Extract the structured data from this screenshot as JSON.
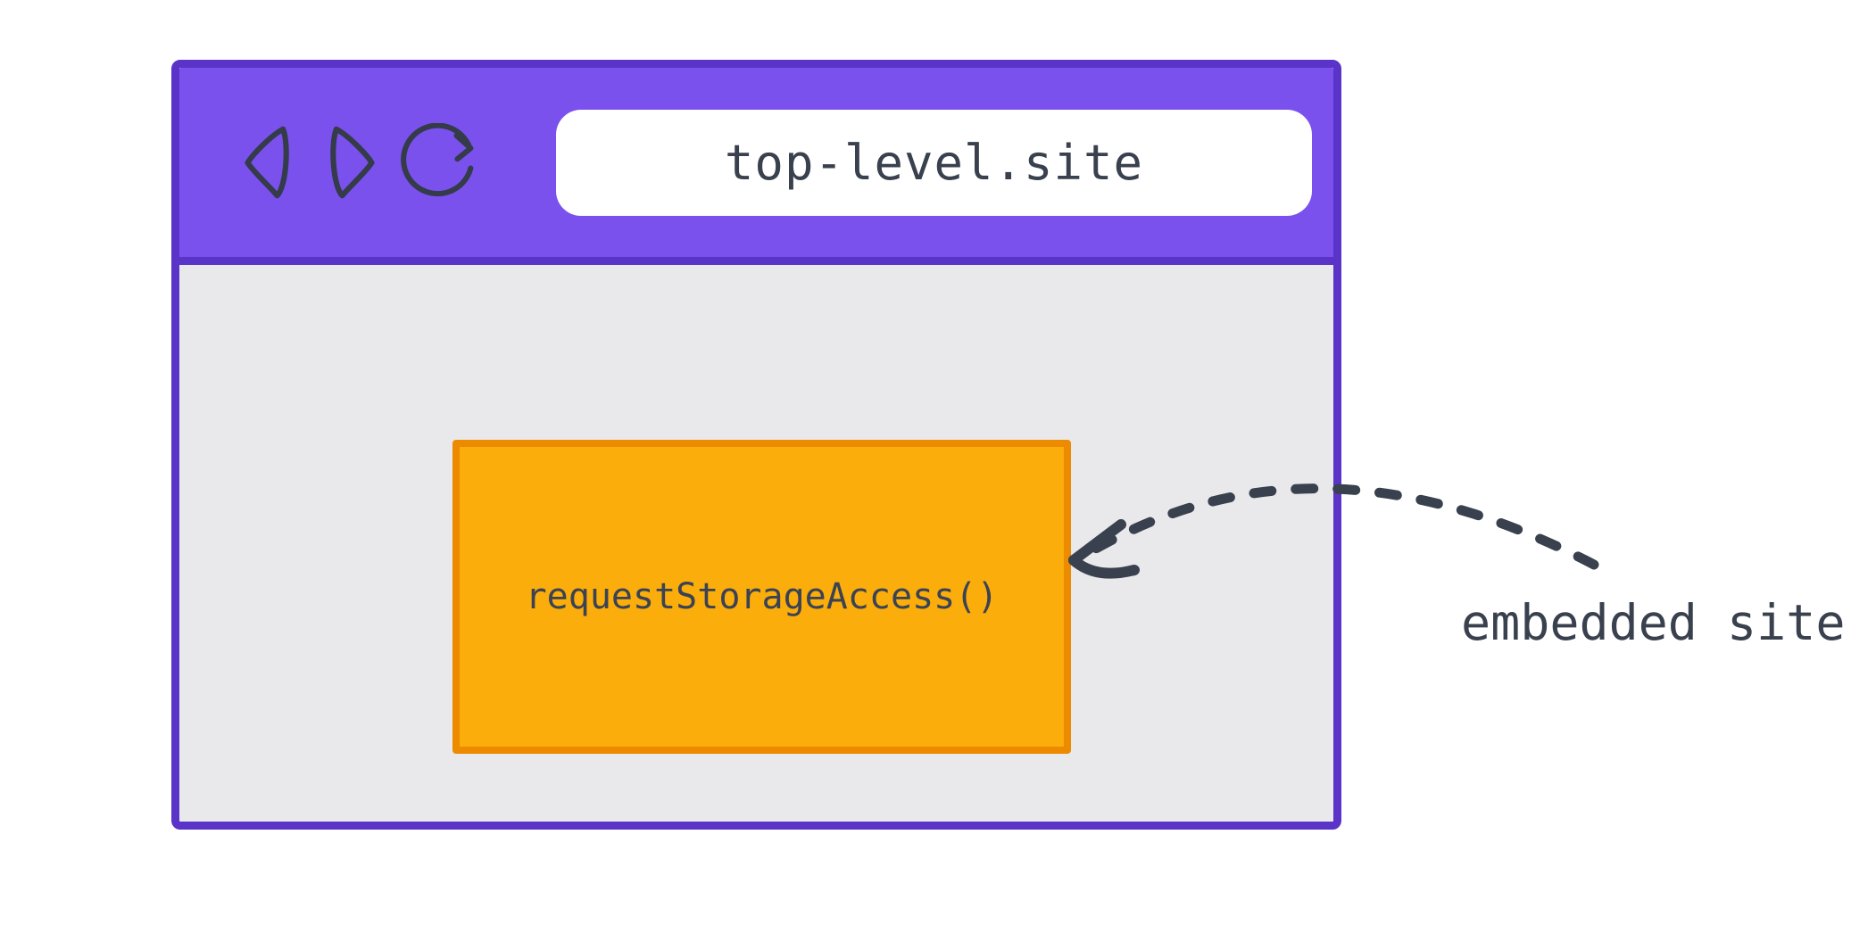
{
  "colors": {
    "toolbar_purple": "#7B51EE",
    "border_purple": "#5A34C8",
    "content_gray": "#E9E9EB",
    "embed_orange": "#FAAD0B",
    "embed_border": "#EC8A00",
    "url_bar_bg": "#FFFFFF",
    "ink": "#39404E",
    "page_bg": "#FFFFFF"
  },
  "browser": {
    "toolbar": {
      "icons": [
        {
          "name": "back-icon",
          "glyph": "left-triangle"
        },
        {
          "name": "forward-icon",
          "glyph": "right-triangle"
        },
        {
          "name": "refresh-icon",
          "glyph": "circular-arrow"
        }
      ],
      "url": "top-level.site"
    }
  },
  "embed": {
    "label": "requestStorageAccess()"
  },
  "annotation": {
    "label": "embedded site",
    "arrow": "dashed-curved-arrow-pointing-left-at-embedded-frame"
  }
}
